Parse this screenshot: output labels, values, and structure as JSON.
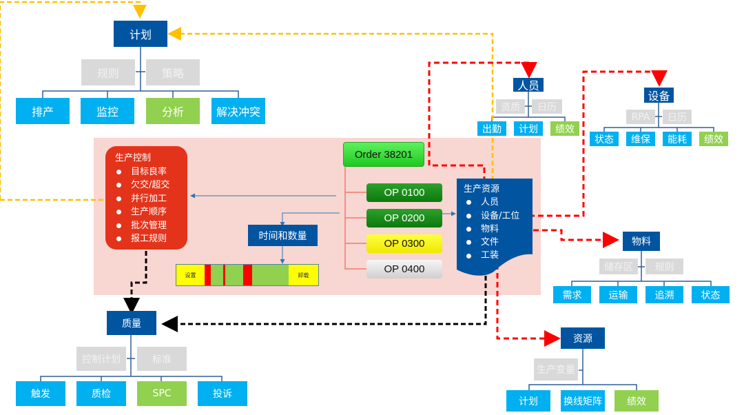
{
  "plan": {
    "title": "计划",
    "attributes": [
      "规则",
      "策略"
    ],
    "children": [
      {
        "label": "排产",
        "color": "cyan"
      },
      {
        "label": "监控",
        "color": "cyan"
      },
      {
        "label": "分析",
        "color": "green"
      },
      {
        "label": "解决冲突",
        "color": "cyan"
      }
    ]
  },
  "production_control": {
    "title": "生产控制",
    "items": [
      "目标良率",
      "欠交/超交",
      "并行加工",
      "生产顺序",
      "批次管理",
      "报工规则"
    ]
  },
  "time_quantity": {
    "title": "时间和数量",
    "gantt": {
      "setup_label": "设置",
      "unload_label": "卸载"
    }
  },
  "order": {
    "label": "Order 38201",
    "operations": [
      {
        "label": "OP 0100",
        "status": "done"
      },
      {
        "label": "OP 0200",
        "status": "done"
      },
      {
        "label": "OP 0300",
        "status": "in-progress"
      },
      {
        "label": "OP 0400",
        "status": "pending"
      }
    ]
  },
  "production_resources": {
    "title": "生产资源",
    "items": [
      "人员",
      "设备/工位",
      "物料",
      "文件",
      "工装"
    ]
  },
  "personnel": {
    "title": "人员",
    "attributes": [
      "资质",
      "日历"
    ],
    "children": [
      {
        "label": "出勤",
        "color": "cyan"
      },
      {
        "label": "计划",
        "color": "cyan"
      },
      {
        "label": "绩效",
        "color": "green"
      }
    ]
  },
  "equipment": {
    "title": "设备",
    "attributes": [
      "RPA",
      "日历"
    ],
    "children": [
      {
        "label": "状态",
        "color": "cyan"
      },
      {
        "label": "维保",
        "color": "cyan"
      },
      {
        "label": "能耗",
        "color": "cyan"
      },
      {
        "label": "绩效",
        "color": "green"
      }
    ]
  },
  "material": {
    "title": "物料",
    "attributes": [
      "储存区",
      "规则"
    ],
    "children": [
      {
        "label": "需求",
        "color": "cyan"
      },
      {
        "label": "运输",
        "color": "cyan"
      },
      {
        "label": "追溯",
        "color": "cyan"
      },
      {
        "label": "状态",
        "color": "cyan"
      }
    ]
  },
  "resource": {
    "title": "资源",
    "attributes": [
      "生产变量"
    ],
    "children": [
      {
        "label": "计划",
        "color": "cyan"
      },
      {
        "label": "换线矩阵",
        "color": "cyan"
      },
      {
        "label": "绩效",
        "color": "green"
      }
    ]
  },
  "quality": {
    "title": "质量",
    "attributes": [
      "控制计划",
      "标准"
    ],
    "children": [
      {
        "label": "触发",
        "color": "cyan"
      },
      {
        "label": "质检",
        "color": "cyan"
      },
      {
        "label": "SPC",
        "color": "green"
      },
      {
        "label": "投诉",
        "color": "cyan"
      }
    ]
  },
  "colors": {
    "dark_blue": "#0054a0",
    "cyan": "#00b0f0",
    "green": "#92d050",
    "grey": "#d9d9d9",
    "control_red": "#e3341b",
    "panel_pink": "#f8d6d2",
    "plan_link": "#ffc000",
    "resource_link": "#ff0000",
    "quality_link": "#000000"
  }
}
